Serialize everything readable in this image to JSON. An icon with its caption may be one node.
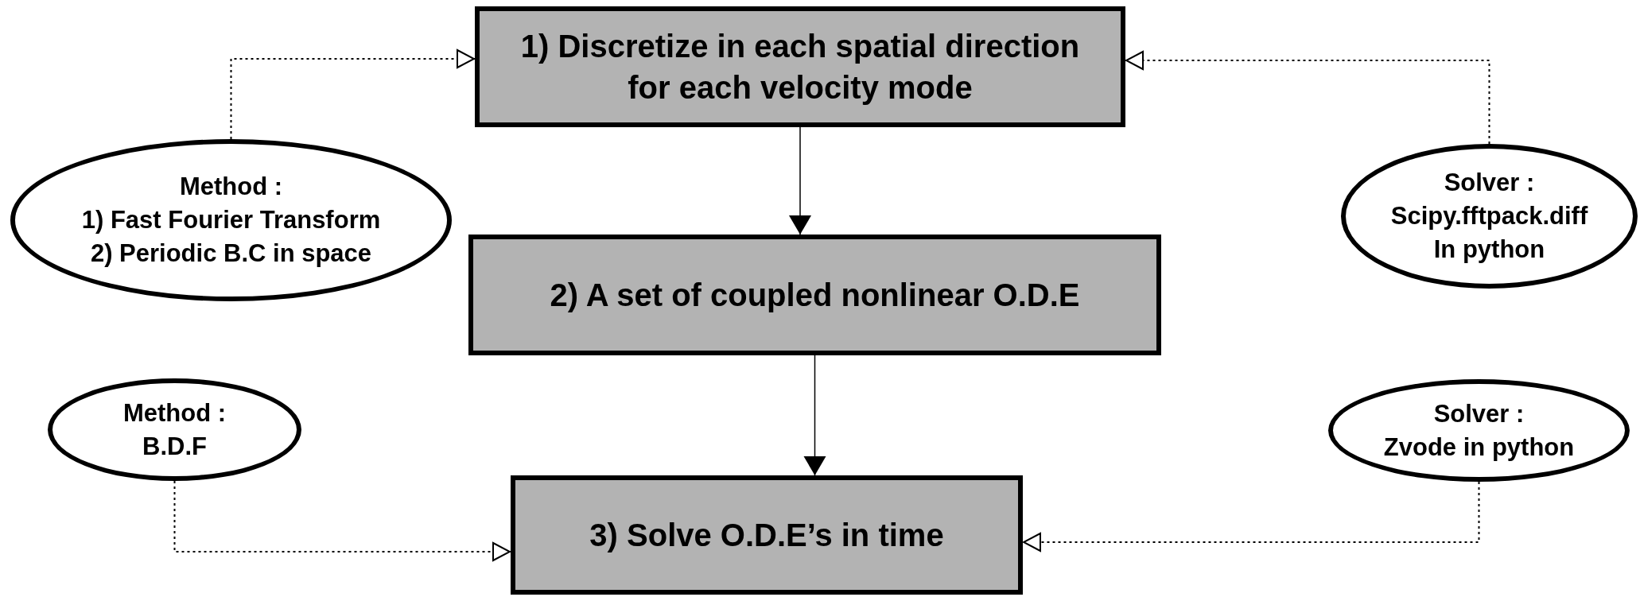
{
  "diagram": {
    "nodes": [
      {
        "text": [
          "1) Discretize in each spatial direction for each velocity mode"
        ]
      },
      {
        "text": [
          "Method :",
          "1) Fast Fourier Transform",
          "2) Periodic B.C in space"
        ]
      },
      {
        "text": [
          "Solver :",
          "Scipy.fftpack.diff",
          "In python"
        ]
      },
      {
        "text": [
          "2) A set of coupled nonlinear O.D.E"
        ]
      },
      {
        "text": [
          "Method :",
          "B.D.F"
        ]
      },
      {
        "text": [
          "Solver :",
          "Zvode in python"
        ]
      },
      {
        "text": [
          "3) Solve O.D.E’s in time"
        ]
      }
    ],
    "edges": [
      {
        "from": 0,
        "to": 3,
        "arrow": "to"
      },
      {
        "from": 3,
        "to": 6,
        "arrow": "to"
      },
      {
        "from": 1,
        "to": 0,
        "arrow": "to",
        "style": "dashed"
      },
      {
        "from": 2,
        "to": 0,
        "arrow": "to",
        "style": "dashed"
      },
      {
        "from": 4,
        "to": 6,
        "arrow": "to",
        "style": "dashed"
      },
      {
        "from": 5,
        "to": 6,
        "arrow": "to",
        "style": "dashed"
      }
    ]
  }
}
